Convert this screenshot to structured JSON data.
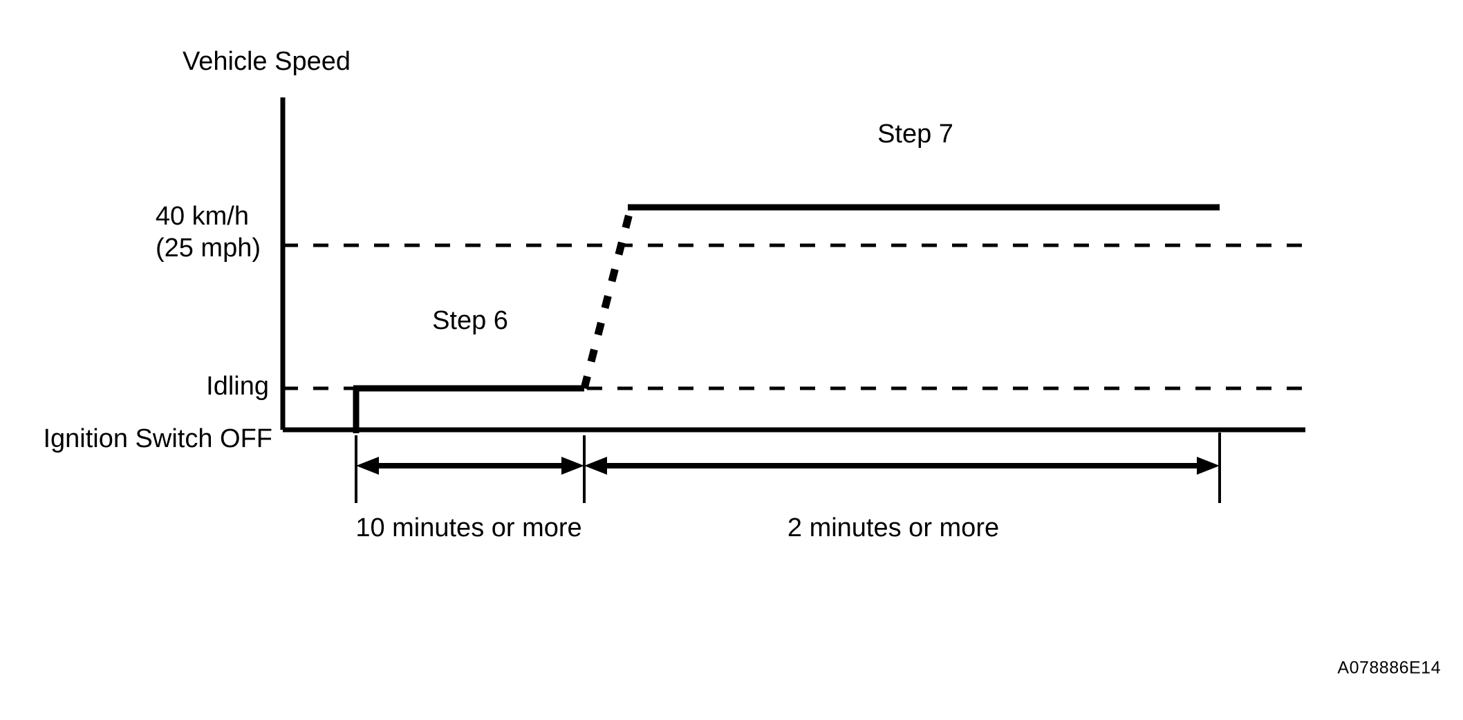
{
  "figure": {
    "axis_title": "Vehicle Speed",
    "reference_code": "A078886E14"
  },
  "y_levels": [
    {
      "id": "speed-40",
      "line1": "40 km/h",
      "line2": "(25 mph)"
    },
    {
      "id": "idling",
      "label": "Idling"
    },
    {
      "id": "ignition-off",
      "label": "Ignition Switch OFF"
    }
  ],
  "steps": [
    {
      "id": "step-6",
      "label": "Step 6"
    },
    {
      "id": "step-7",
      "label": "Step 7"
    }
  ],
  "durations": [
    {
      "id": "duration-1",
      "label": "10 minutes or more"
    },
    {
      "id": "duration-2",
      "label": "2 minutes or more"
    }
  ],
  "colors": {
    "ink": "#000000",
    "background": "#ffffff"
  },
  "chart_data": {
    "type": "line",
    "title": "Vehicle Speed",
    "xlabel": "",
    "ylabel": "Vehicle Speed",
    "grid": false,
    "legend": "none",
    "y_categories": [
      "Ignition Switch OFF",
      "Idling",
      "40 km/h (25 mph)"
    ],
    "annotations": [
      "Step 6",
      "Step 7",
      "10 minutes or more",
      "2 minutes or more",
      "A078886E14"
    ],
    "segments": [
      {
        "name": "ignition-off-to-idling",
        "style": "solid",
        "from": {
          "t": 0,
          "level": "Ignition Switch OFF"
        },
        "to": {
          "t": 0,
          "level": "Idling"
        }
      },
      {
        "name": "step-6-idling-plateau",
        "style": "solid",
        "from": {
          "t": 0,
          "level": "Idling"
        },
        "to": {
          "t": 10,
          "level": "Idling"
        }
      },
      {
        "name": "acceleration-ramp",
        "style": "dashed",
        "from": {
          "t": 10,
          "level": "Idling"
        },
        "to": {
          "t": 12,
          "level": "40 km/h (25 mph)"
        }
      },
      {
        "name": "step-7-speed-plateau",
        "style": "solid",
        "from": {
          "t": 12,
          "level": "40 km/h (25 mph)"
        },
        "to": {
          "t": 38,
          "level": "40 km/h (25 mph)"
        }
      }
    ],
    "reference_lines": [
      {
        "level": "40 km/h (25 mph)",
        "style": "dashed"
      },
      {
        "level": "Idling",
        "style": "dashed"
      }
    ],
    "spans": [
      {
        "label": "10 minutes or more",
        "from_t": 0,
        "to_t": 10,
        "phase": "Step 6"
      },
      {
        "label": "2 minutes or more",
        "from_t": 10,
        "to_t": 38,
        "phase": "Step 7"
      }
    ]
  }
}
